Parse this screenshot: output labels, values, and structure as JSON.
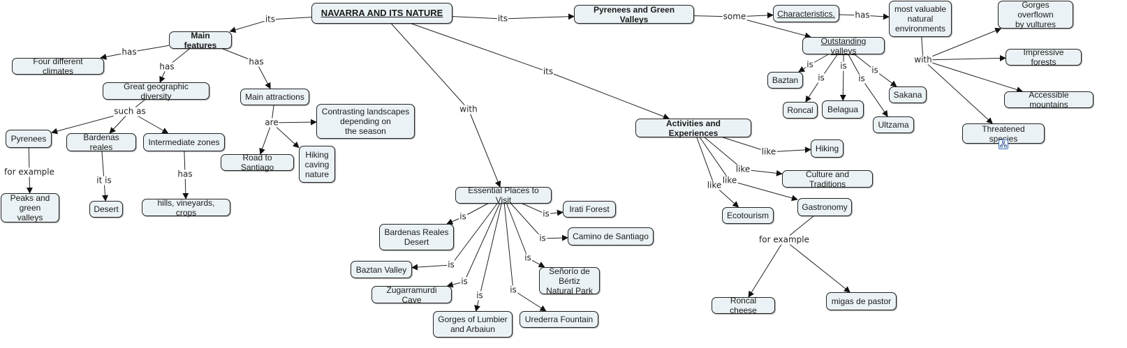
{
  "title": "NAVARRA AND ITS NATURE",
  "nodes": [
    {
      "id": "root",
      "text": "NAVARRA AND ITS NATURE",
      "style": "title"
    },
    {
      "id": "main_features",
      "text": "Main features",
      "style": "bold"
    },
    {
      "id": "pyrenees_green",
      "text": "Pyrenees and Green Valleys",
      "style": "bold"
    },
    {
      "id": "activities",
      "text": "Activities and Experiences",
      "style": "bold"
    },
    {
      "id": "four_climates",
      "text": "Four different climates"
    },
    {
      "id": "geo_diversity",
      "text": "Great geographic diversity"
    },
    {
      "id": "main_attractions",
      "text": "Main attractions"
    },
    {
      "id": "pyrenees",
      "text": "Pyrenees"
    },
    {
      "id": "bardenas",
      "text": "Bardenas reales"
    },
    {
      "id": "intermediate",
      "text": "Intermediate zones"
    },
    {
      "id": "peaks",
      "text": "Peaks and\ngreen valleys"
    },
    {
      "id": "desert",
      "text": "Desert"
    },
    {
      "id": "hills",
      "text": "hills, vineyards, crops"
    },
    {
      "id": "contrasting",
      "text": "Contrasting landscapes\ndepending on\nthe season"
    },
    {
      "id": "road_santiago",
      "text": "Road to Santiago"
    },
    {
      "id": "hiking_caving",
      "text": "Hiking\ncaving\nnature"
    },
    {
      "id": "essential",
      "text": "Essential Places to Visit"
    },
    {
      "id": "bardenas_desert",
      "text": "Bardenas Reales\nDesert"
    },
    {
      "id": "baztan_valley",
      "text": "Baztan Valley"
    },
    {
      "id": "zugarramurdi",
      "text": "Zugarramurdi Cave"
    },
    {
      "id": "gorges_lumbier",
      "text": "Gorges of Lumbier\nand Arbaiun"
    },
    {
      "id": "urederra",
      "text": "Urederra Fountain"
    },
    {
      "id": "bertiz",
      "text": "Señorío de Bértiz\nNatural Park"
    },
    {
      "id": "camino",
      "text": "Camino de Santiago"
    },
    {
      "id": "irati",
      "text": "Irati Forest"
    },
    {
      "id": "characteristics",
      "text": "Characteristics.",
      "style": "link-text"
    },
    {
      "id": "outstanding",
      "text": "Outstanding valleys",
      "style": "link-text"
    },
    {
      "id": "most_valuable",
      "text": "most valuable\nnatural\nenvironments"
    },
    {
      "id": "baztan",
      "text": "Baztan"
    },
    {
      "id": "roncal",
      "text": "Roncal"
    },
    {
      "id": "belagua",
      "text": "Belagua"
    },
    {
      "id": "ultzama",
      "text": "Ultzama"
    },
    {
      "id": "sakana",
      "text": "Sakana"
    },
    {
      "id": "gorges_vultures",
      "text": "Gorges overflown\nby vultures"
    },
    {
      "id": "forests",
      "text": "Impressive forests"
    },
    {
      "id": "mountains",
      "text": "Accessible mountains"
    },
    {
      "id": "threatened",
      "text": "Threatened species",
      "submap_icon": "submap-icon"
    },
    {
      "id": "hiking",
      "text": "Hiking"
    },
    {
      "id": "culture",
      "text": "Culture and Traditions"
    },
    {
      "id": "ecotourism",
      "text": "Ecotourism"
    },
    {
      "id": "gastronomy",
      "text": "Gastronomy"
    },
    {
      "id": "roncal_cheese",
      "text": "Roncal cheese"
    },
    {
      "id": "migas",
      "text": "migas de pastor"
    }
  ],
  "links": [
    {
      "label": "its",
      "from": "root",
      "to": [
        "main_features"
      ]
    },
    {
      "label": "its",
      "from": "root",
      "to": [
        "pyrenees_green"
      ]
    },
    {
      "label": "its",
      "from": "root",
      "to": [
        "activities"
      ]
    },
    {
      "label": "with",
      "from": "root",
      "to": [
        "essential"
      ]
    },
    {
      "label": "has",
      "from": "main_features",
      "to": [
        "four_climates"
      ]
    },
    {
      "label": "has",
      "from": "main_features",
      "to": [
        "geo_diversity"
      ]
    },
    {
      "label": "has",
      "from": "main_features",
      "to": [
        "main_attractions"
      ]
    },
    {
      "label": "such as",
      "from": "geo_diversity",
      "to": [
        "pyrenees",
        "bardenas",
        "intermediate"
      ]
    },
    {
      "label": "for example",
      "from": "pyrenees",
      "to": [
        "peaks"
      ]
    },
    {
      "label": "it is",
      "from": "bardenas",
      "to": [
        "desert"
      ]
    },
    {
      "label": "has",
      "from": "intermediate",
      "to": [
        "hills"
      ]
    },
    {
      "label": "are",
      "from": "main_attractions",
      "to": [
        "contrasting",
        "road_santiago",
        "hiking_caving"
      ]
    },
    {
      "label": "is",
      "from": "essential",
      "to": [
        "bardenas_desert"
      ]
    },
    {
      "label": "is",
      "from": "essential",
      "to": [
        "baztan_valley"
      ]
    },
    {
      "label": "is",
      "from": "essential",
      "to": [
        "zugarramurdi"
      ]
    },
    {
      "label": "is",
      "from": "essential",
      "to": [
        "gorges_lumbier"
      ]
    },
    {
      "label": "is",
      "from": "essential",
      "to": [
        "urederra"
      ]
    },
    {
      "label": "is",
      "from": "essential",
      "to": [
        "bertiz"
      ]
    },
    {
      "label": "is",
      "from": "essential",
      "to": [
        "camino"
      ]
    },
    {
      "label": "is",
      "from": "essential",
      "to": [
        "irati"
      ]
    },
    {
      "label": "some",
      "from": "pyrenees_green",
      "to": [
        "characteristics",
        "outstanding"
      ]
    },
    {
      "label": "has",
      "from": "characteristics",
      "to": [
        "most_valuable"
      ]
    },
    {
      "label": "is",
      "from": "outstanding",
      "to": [
        "baztan"
      ]
    },
    {
      "label": "is",
      "from": "outstanding",
      "to": [
        "roncal"
      ]
    },
    {
      "label": "is",
      "from": "outstanding",
      "to": [
        "belagua"
      ]
    },
    {
      "label": "is",
      "from": "outstanding",
      "to": [
        "ultzama"
      ]
    },
    {
      "label": "is",
      "from": "outstanding",
      "to": [
        "sakana"
      ]
    },
    {
      "label": "with",
      "from": "most_valuable",
      "to": [
        "gorges_vultures",
        "forests",
        "mountains",
        "threatened"
      ]
    },
    {
      "label": "like",
      "from": "activities",
      "to": [
        "hiking"
      ]
    },
    {
      "label": "like",
      "from": "activities",
      "to": [
        "culture"
      ]
    },
    {
      "label": "like",
      "from": "activities",
      "to": [
        "gastronomy"
      ]
    },
    {
      "label": "like",
      "from": "activities",
      "to": [
        "ecotourism"
      ]
    },
    {
      "label": "for example",
      "from": "gastronomy",
      "to": [
        "roncal_cheese",
        "migas"
      ]
    }
  ]
}
